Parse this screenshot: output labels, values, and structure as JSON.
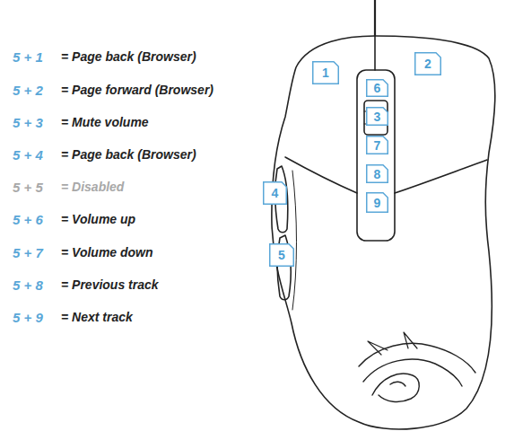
{
  "diagram": {
    "nodes": [
      {
        "text": [
          "1"
        ]
      },
      {
        "text": [
          "2"
        ]
      },
      {
        "text": [
          "6"
        ]
      },
      {
        "text": [
          "3"
        ]
      },
      {
        "text": [
          "7"
        ]
      },
      {
        "text": [
          "8"
        ]
      },
      {
        "text": [
          "9"
        ]
      },
      {
        "text": [
          "4"
        ]
      },
      {
        "text": [
          "5"
        ]
      }
    ],
    "labels": [
      "5 + 1",
      "= Page back (Browser)",
      "5 + 2",
      "= Page forward (Browser)",
      "5 + 3",
      "= Mute volume",
      "5 + 4",
      "= Page back (Browser)",
      "5 + 5",
      "= Disabled",
      "5 + 6",
      "= Volume up",
      "5 + 7",
      "= Volume down",
      "5 + 8",
      "= Previous track",
      "5 + 9",
      "= Next track"
    ]
  }
}
